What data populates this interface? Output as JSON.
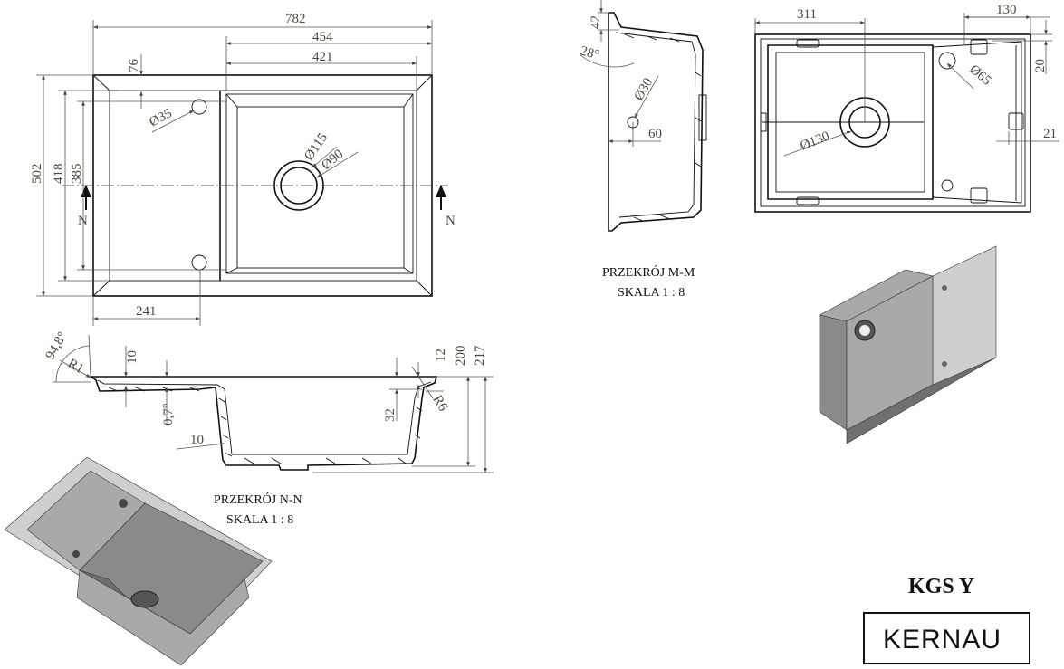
{
  "top_view": {
    "dims": {
      "overall_width": "782",
      "bowl_outer_width": "454",
      "bowl_inner_width": "421",
      "edge_offset": "76",
      "tap_hole": "Ø35",
      "drain_outer": "Ø115",
      "drain_inner": "Ø90",
      "overall_depth": "502",
      "inner_depth": "418",
      "bowl_depth": "385",
      "tap_offset": "241"
    },
    "section_marker": "N"
  },
  "section_nn": {
    "dims": {
      "angle": "94,8°",
      "radius_small": "R1",
      "rim_thickness": "10",
      "slope": "0,7°",
      "wall_thickness": "10",
      "rim_height": "32",
      "lip": "12",
      "bowl_height": "200",
      "total_height": "217",
      "radius_large": "R6"
    },
    "caption_title": "PRZEKRÓJ N-N",
    "caption_scale": "SKALA 1 : 8"
  },
  "section_mm": {
    "dims": {
      "top": "42",
      "angle": "28°",
      "hole": "Ø30",
      "offset": "60"
    },
    "caption_title": "PRZEKRÓJ M-M",
    "caption_scale": "SKALA 1 : 8"
  },
  "bottom_view": {
    "dims": {
      "drain_offset": "311",
      "bracket_offset": "130",
      "bracket_top": "20",
      "overflow": "Ø65",
      "drain": "Ø130",
      "side_offset": "21"
    }
  },
  "model": "KGS Y",
  "brand": "KERNAU"
}
